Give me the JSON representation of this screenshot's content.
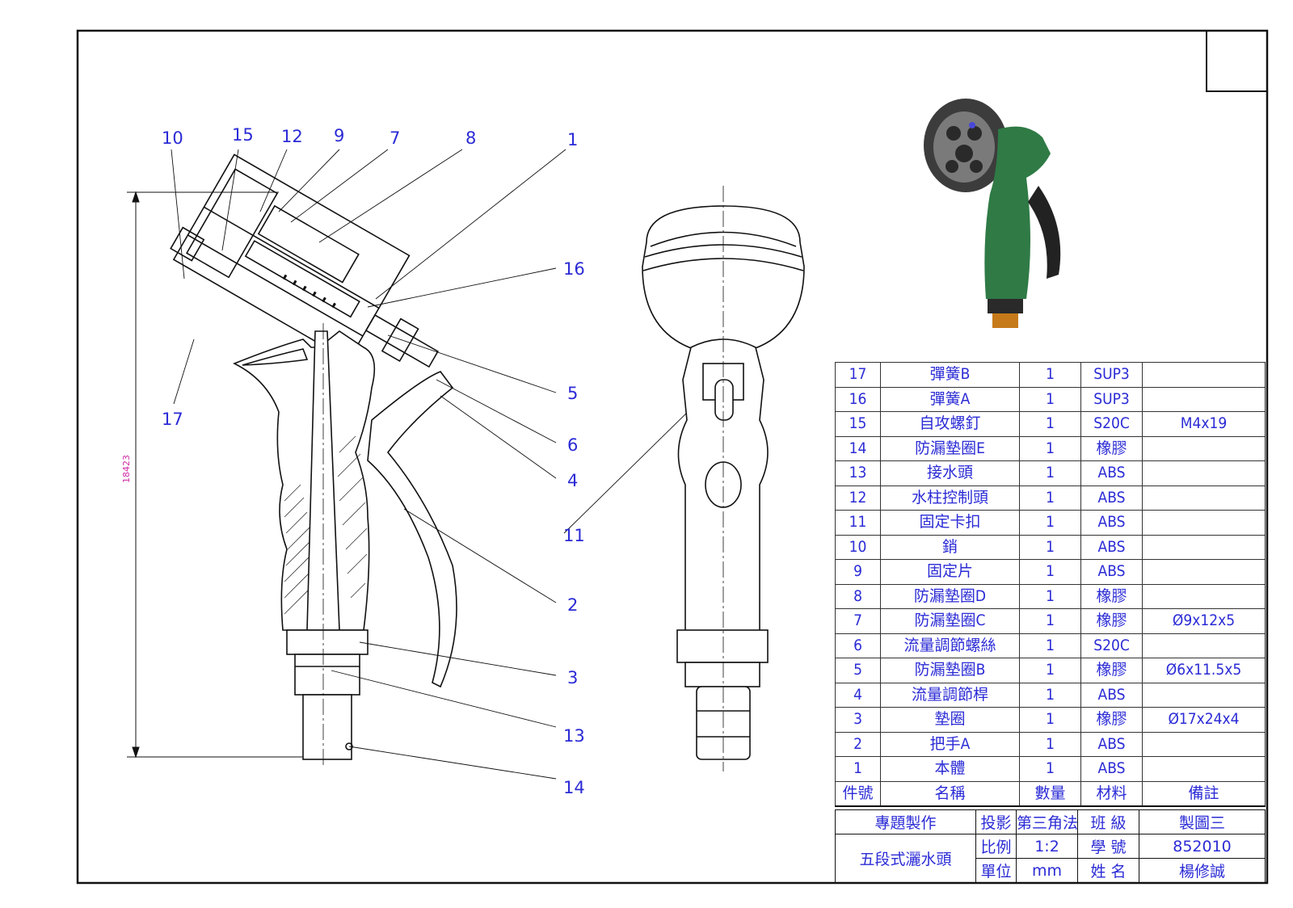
{
  "drawing": {
    "callouts": [
      "10",
      "15",
      "12",
      "9",
      "7",
      "8",
      "1",
      "16",
      "5",
      "6",
      "4",
      "11",
      "2",
      "3",
      "13",
      "14",
      "17"
    ],
    "dimension_text": "18423"
  },
  "bom": {
    "rows": [
      {
        "no": "17",
        "name": "彈簧B",
        "qty": "1",
        "material": "SUP3",
        "remark": ""
      },
      {
        "no": "16",
        "name": "彈簧A",
        "qty": "1",
        "material": "SUP3",
        "remark": ""
      },
      {
        "no": "15",
        "name": "自攻螺釘",
        "qty": "1",
        "material": "S20C",
        "remark": "M4x19"
      },
      {
        "no": "14",
        "name": "防漏墊圈E",
        "qty": "1",
        "material": "橡膠",
        "remark": ""
      },
      {
        "no": "13",
        "name": "接水頭",
        "qty": "1",
        "material": "ABS",
        "remark": ""
      },
      {
        "no": "12",
        "name": "水柱控制頭",
        "qty": "1",
        "material": "ABS",
        "remark": ""
      },
      {
        "no": "11",
        "name": "固定卡扣",
        "qty": "1",
        "material": "ABS",
        "remark": ""
      },
      {
        "no": "10",
        "name": "銷",
        "qty": "1",
        "material": "ABS",
        "remark": ""
      },
      {
        "no": "9",
        "name": "固定片",
        "qty": "1",
        "material": "ABS",
        "remark": ""
      },
      {
        "no": "8",
        "name": "防漏墊圈D",
        "qty": "1",
        "material": "橡膠",
        "remark": ""
      },
      {
        "no": "7",
        "name": "防漏墊圈C",
        "qty": "1",
        "material": "橡膠",
        "remark": "Ø9x12x5"
      },
      {
        "no": "6",
        "name": "流量調節螺絲",
        "qty": "1",
        "material": "S20C",
        "remark": ""
      },
      {
        "no": "5",
        "name": "防漏墊圈B",
        "qty": "1",
        "material": "橡膠",
        "remark": "Ø6x11.5x5"
      },
      {
        "no": "4",
        "name": "流量調節桿",
        "qty": "1",
        "material": "ABS",
        "remark": ""
      },
      {
        "no": "3",
        "name": "墊圈",
        "qty": "1",
        "material": "橡膠",
        "remark": "Ø17x24x4"
      },
      {
        "no": "2",
        "name": "把手A",
        "qty": "1",
        "material": "ABS",
        "remark": ""
      },
      {
        "no": "1",
        "name": "本體",
        "qty": "1",
        "material": "ABS",
        "remark": ""
      }
    ],
    "header": {
      "no": "件號",
      "name": "名稱",
      "qty": "數量",
      "material": "材料",
      "remark": "備註"
    }
  },
  "title_block": {
    "project_label": "專題製作",
    "product_name": "五段式灑水頭",
    "projection_label": "投影",
    "projection_value": "第三角法",
    "scale_label": "比例",
    "scale_value": "1:2",
    "unit_label": "單位",
    "unit_value": "mm",
    "class_label": "班 級",
    "class_value": "製圖三",
    "student_id_label": "學 號",
    "student_id_value": "852010",
    "name_label": "姓 名",
    "name_value": "楊修誠"
  },
  "colors": {
    "annotation": "#2b2bd6",
    "dimension": "#d12fa8",
    "line": "#111111",
    "render_green": "#2f7a45"
  }
}
